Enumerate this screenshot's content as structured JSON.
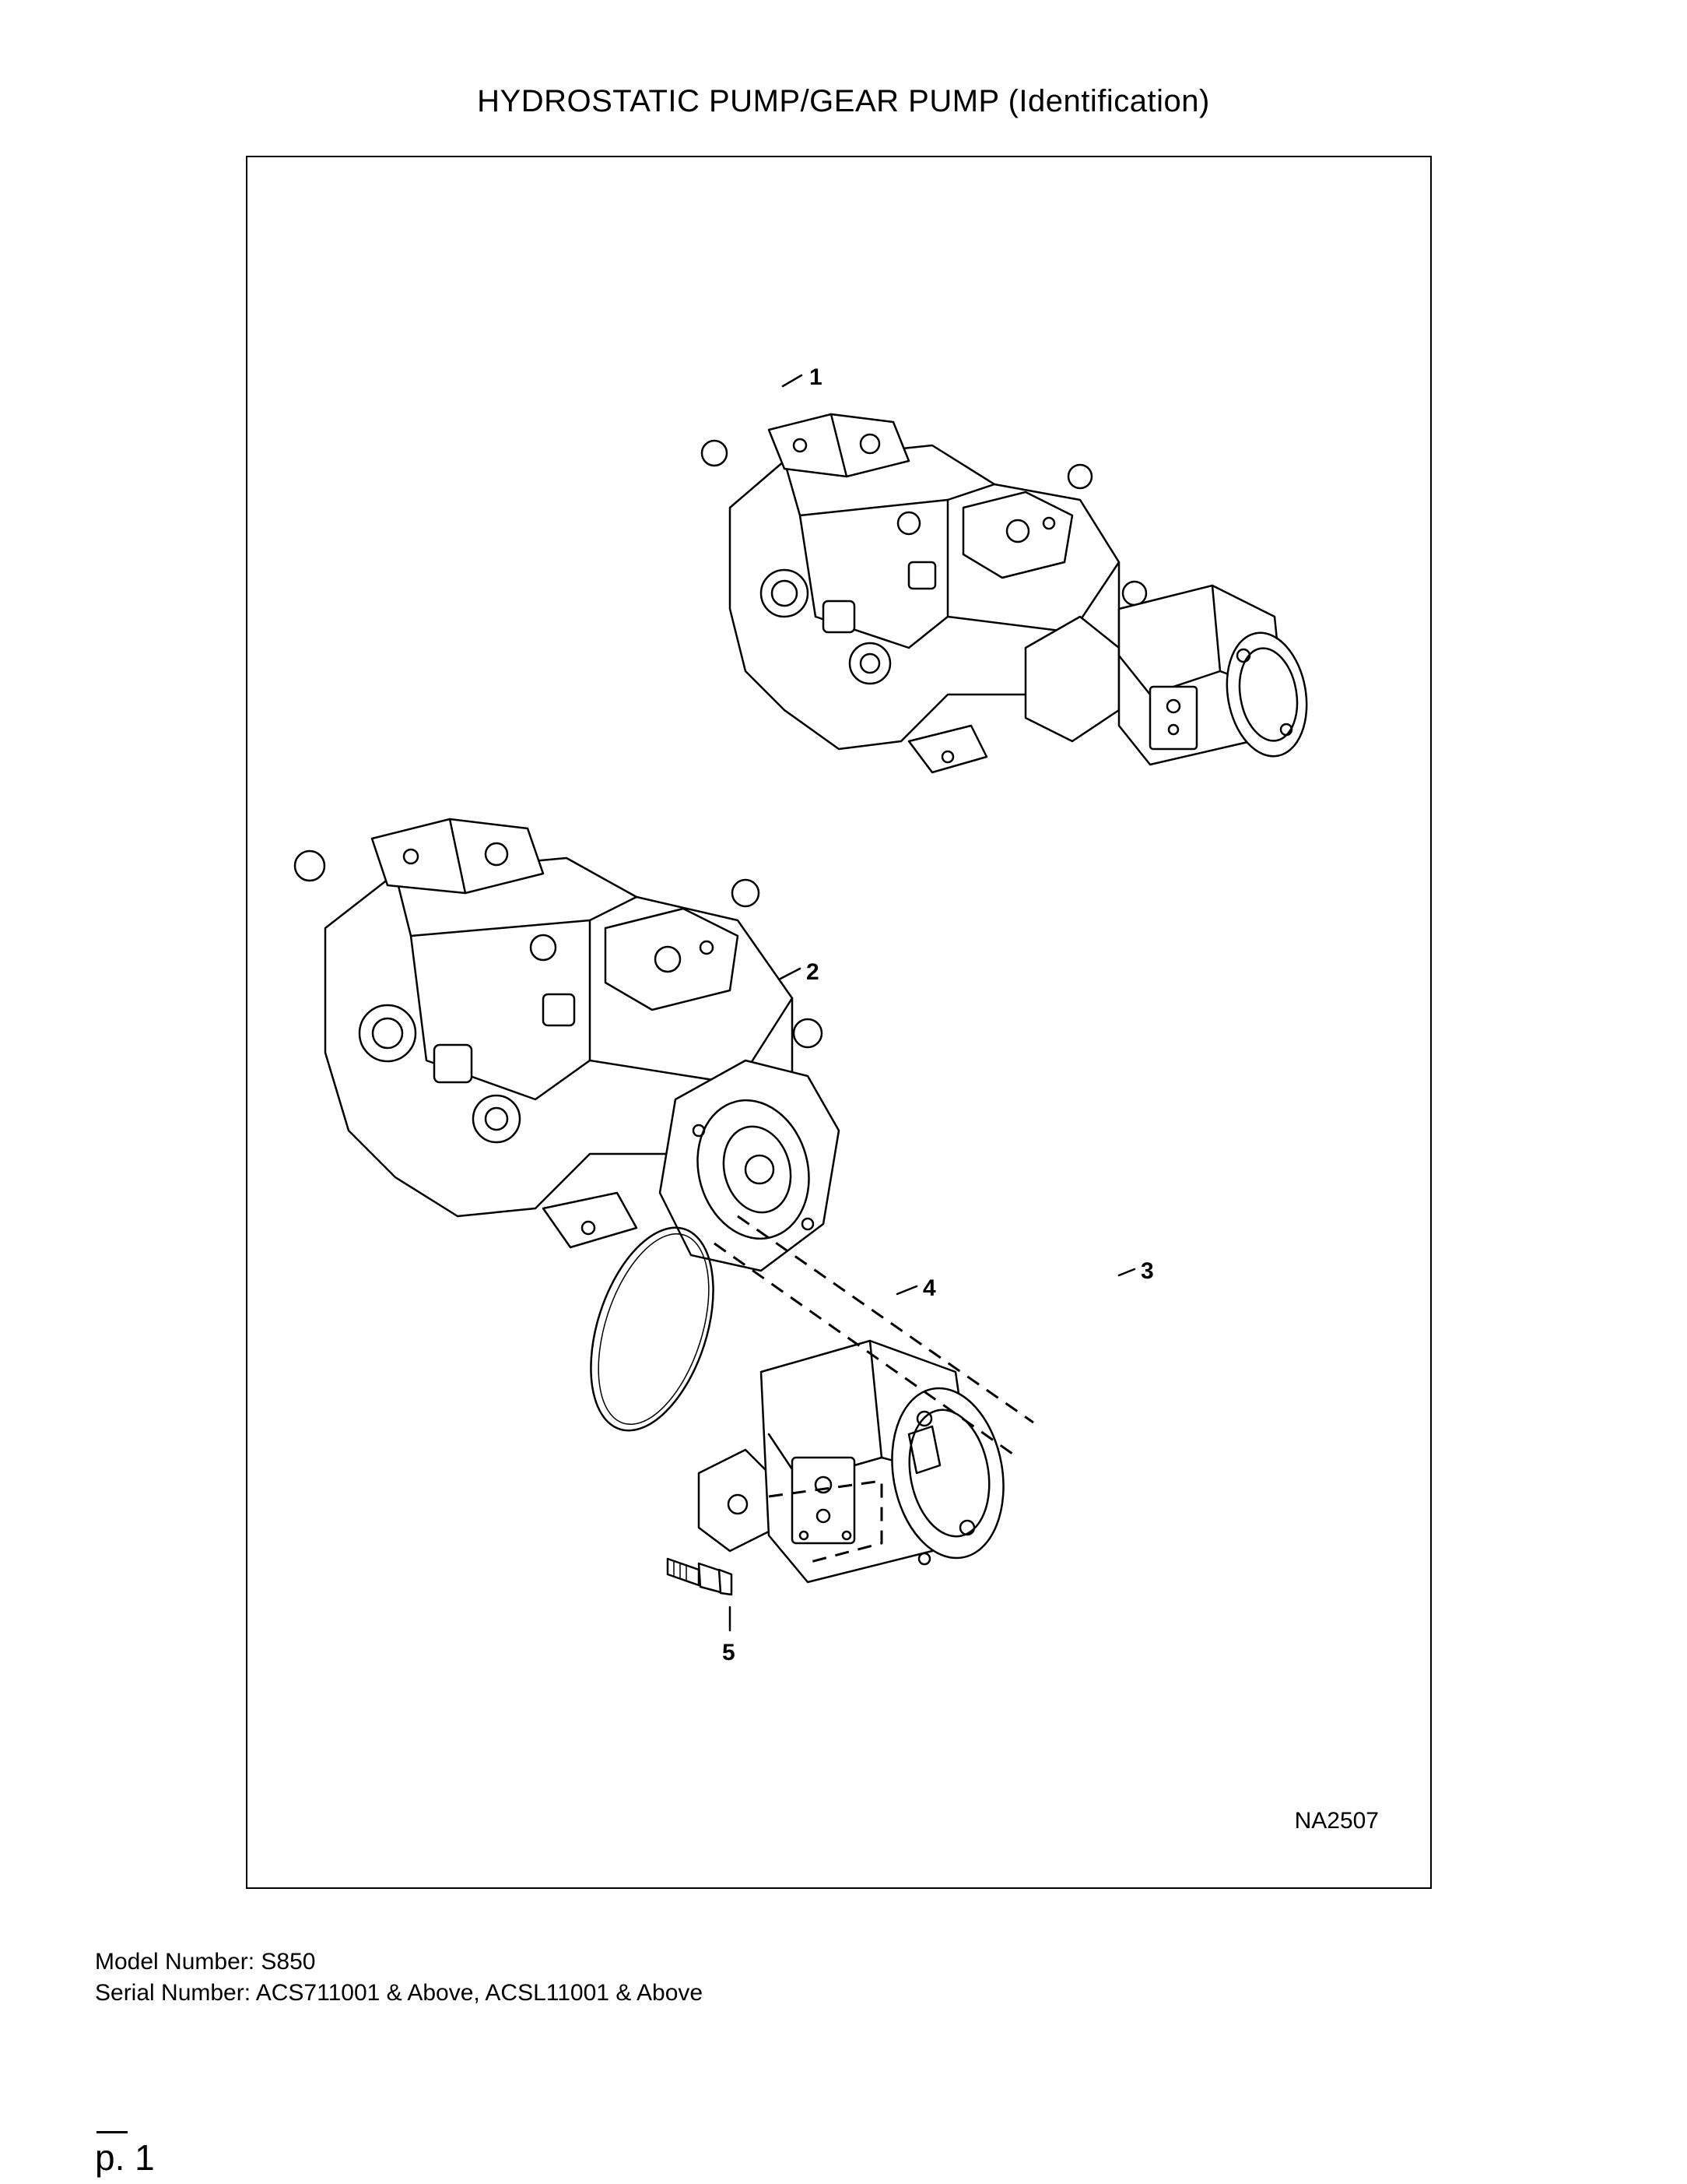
{
  "page": {
    "title": "HYDROSTATIC PUMP/GEAR PUMP (Identification)",
    "figure_id": "NA2507",
    "model_line": "Model Number: S850",
    "serial_line": "Serial Number: ACS711001 & Above, ACSL11001 & Above",
    "page_number": "p. 1"
  },
  "callouts": [
    {
      "id": "1",
      "label": "1"
    },
    {
      "id": "2",
      "label": "2"
    },
    {
      "id": "3",
      "label": "3"
    },
    {
      "id": "4",
      "label": "4"
    },
    {
      "id": "5",
      "label": "5"
    }
  ],
  "icons": [
    "hydrostatic-pump-assembly",
    "hydrostatic-pump-exploded",
    "gear-pump",
    "o-ring",
    "bolt"
  ]
}
